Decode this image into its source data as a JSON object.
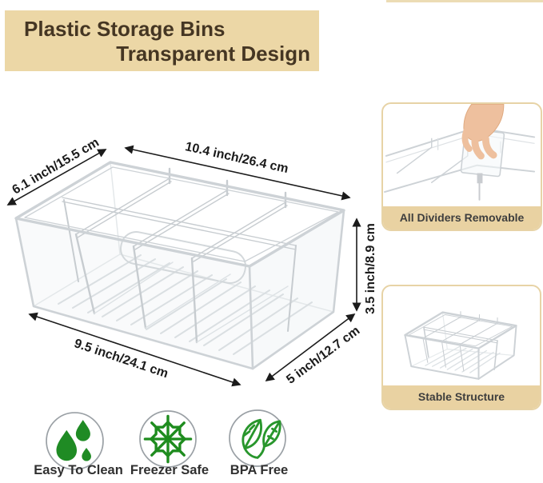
{
  "title": {
    "line1": "Plastic Storage Bins",
    "line2": "Transparent Design"
  },
  "dimensions": {
    "depth_top": "6.1 inch/15.5 cm",
    "width_top": "10.4 inch/26.4 cm",
    "height": "3.5 inch/8.9 cm",
    "width_bottom": "9.5 inch/24.1 cm",
    "depth_bottom": "5 inch/12.7 cm"
  },
  "insets": [
    {
      "caption": "All Dividers Removable"
    },
    {
      "caption": "Stable Structure"
    }
  ],
  "features": [
    {
      "label": "Easy To Clean",
      "icon": "water-drops-icon"
    },
    {
      "label": "Freezer Safe",
      "icon": "snowflake-icon"
    },
    {
      "label": "BPA Free",
      "icon": "leaves-icon"
    }
  ],
  "colors": {
    "banner_bg": "#ecd7a6",
    "banner_text": "#453623",
    "caption_bg": "#e9d2a2",
    "caption_text": "#3e3e3e",
    "dimension_line": "#1b1b1b",
    "bin_line": "#ccd1d5",
    "green_drops": "#1f8b24",
    "green_snowflake": "#1e8c1e",
    "green_leaves": "#28962c",
    "skin": "#eec09e"
  }
}
